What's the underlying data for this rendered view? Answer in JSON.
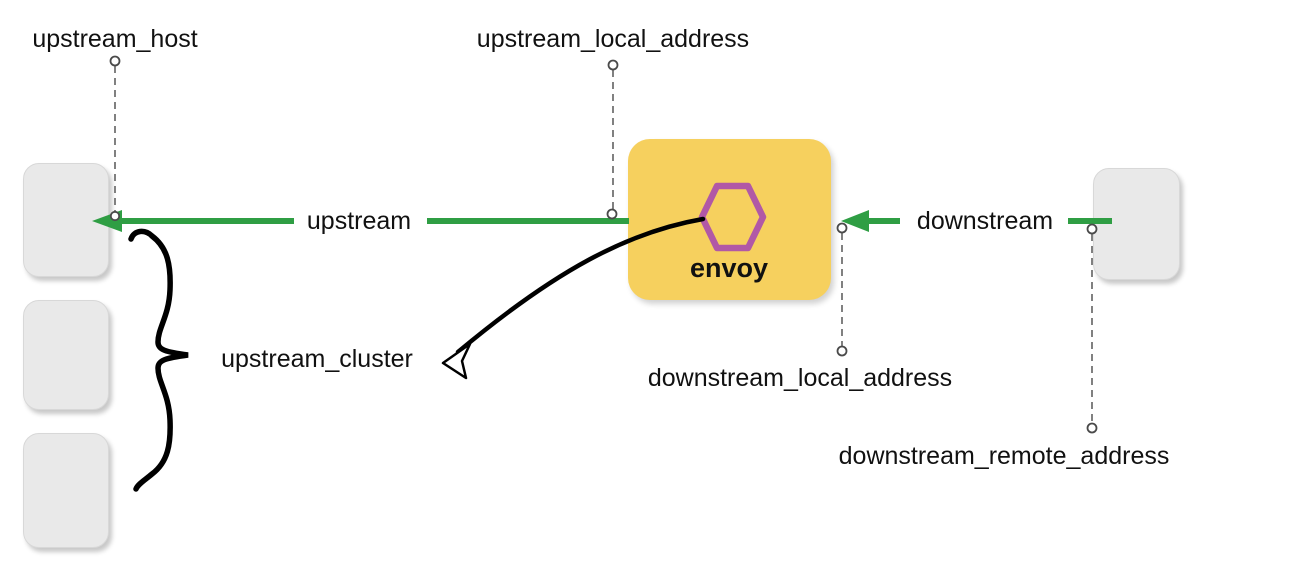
{
  "diagram": {
    "labels": {
      "upstream_host": "upstream_host",
      "upstream_local_address": "upstream_local_address",
      "upstream": "upstream",
      "upstream_cluster": "upstream_cluster",
      "envoy": "envoy",
      "downstream": "downstream",
      "downstream_local_address": "downstream_local_address",
      "downstream_remote_address": "downstream_remote_address"
    },
    "colors": {
      "arrow_green": "#2f9e44",
      "envoy_box_fill": "#f6d05e",
      "hexagon_stroke": "#b158a6",
      "host_box_fill": "#e9e9e9",
      "text": "#111111",
      "dashed_line": "#6b6b6b"
    },
    "counts": {
      "upstream_hosts": 3,
      "downstream_clients": 1
    }
  }
}
